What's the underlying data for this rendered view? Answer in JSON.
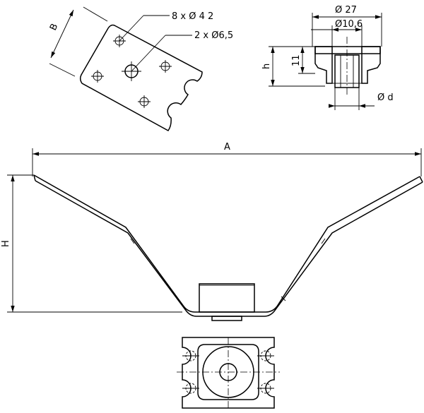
{
  "labels": {
    "dim_b": "B",
    "holes_small": "8 x Ø 4 2",
    "holes_large": "2 x Ø6,5",
    "dia_outer": "Ø 27",
    "dia_inner": "Ø10,6",
    "height_h_small": "h",
    "height_11": "11",
    "dia_d": "Ø d",
    "dim_a": "A",
    "dim_h_large": "H"
  }
}
